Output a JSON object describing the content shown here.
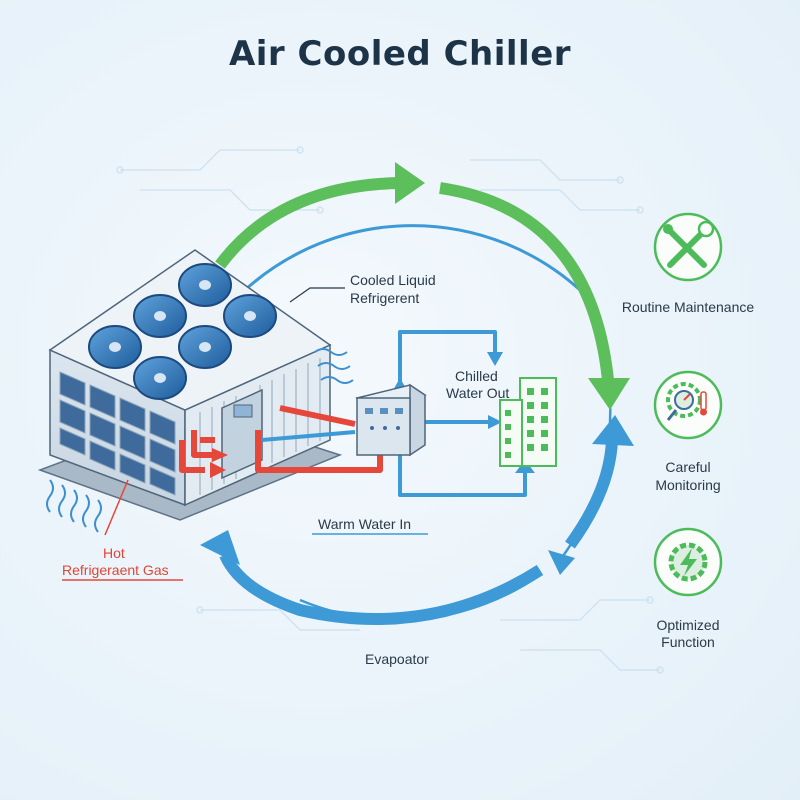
{
  "title": "Air Cooled Chiller",
  "labels": {
    "cooled_liquid_line1": "Cooled Liquid",
    "cooled_liquid_line2": "Refrigerent",
    "chilled_line1": "Chilled",
    "chilled_line2": "Water Out",
    "warm_water_in": "Warm Water In",
    "hot_line1": "Hot",
    "hot_line2": "Refrigeraent Gas",
    "evaporator": "Evapoator"
  },
  "side_panel": [
    {
      "icon": "wrench-screwdriver-icon",
      "line1": "Routine Maintenance",
      "line2": ""
    },
    {
      "icon": "gear-gauge-thermometer-icon",
      "line1": "Careful",
      "line2": "Monitoring"
    },
    {
      "icon": "gear-lightning-icon",
      "line1": "Optimized",
      "line2": "Function"
    }
  ],
  "colors": {
    "green_arrow": "#5cbf5c",
    "blue_arrow": "#3d9ad6",
    "hot_red": "#e5483a",
    "building_green": "#4cbb5a",
    "fan_blue": "#2f6fb3",
    "title": "#1d3347"
  }
}
